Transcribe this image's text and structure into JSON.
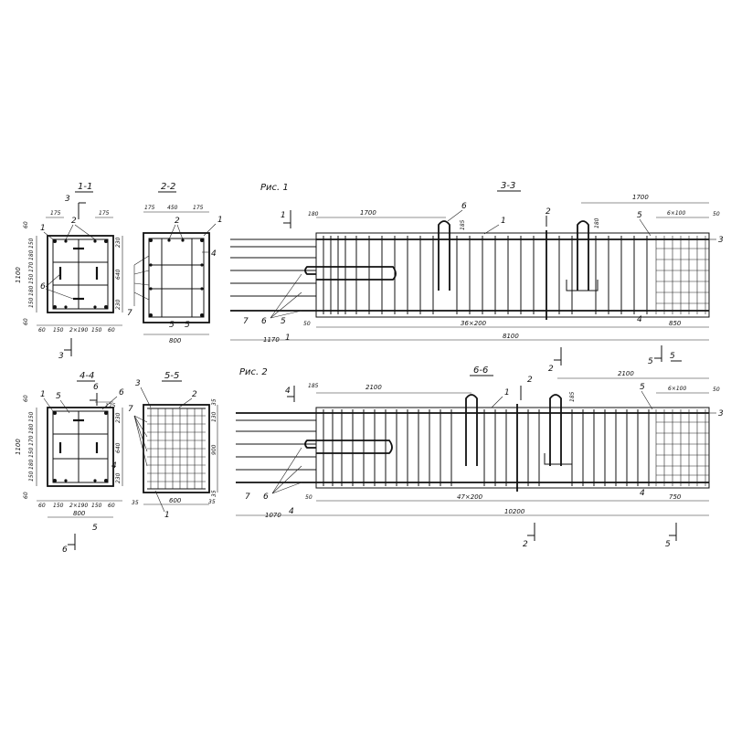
{
  "figures": {
    "fig1": "Рис. 1",
    "fig2": "Рис. 2"
  },
  "sections": {
    "s11": "1-1",
    "s22": "2-2",
    "s33": "3-3",
    "s44": "4-4",
    "s55": "5-5",
    "s66": "6-6"
  },
  "marks": {
    "m1": "1",
    "m2": "2",
    "m3": "3",
    "m4": "4",
    "m5": "5",
    "m6": "6",
    "m7": "7"
  },
  "dims_11": {
    "d175a": "175",
    "d175b": "175",
    "d60t": "60",
    "d1100": "1100",
    "d150a": "150",
    "d180a": "180",
    "d170": "170",
    "d150b": "150",
    "d180b": "180",
    "d150c": "150",
    "d60b": "60",
    "d60l": "60",
    "d150l": "150",
    "d2x190": "2×190",
    "d150r": "150",
    "d60r": "60",
    "d230a": "230",
    "d640": "640",
    "d230b": "230"
  },
  "dims_22": {
    "d175a": "175",
    "d450": "450",
    "d175b": "175",
    "d800": "800"
  },
  "dims_33": {
    "d180": "180",
    "d1700a": "1700",
    "d185": "185",
    "d1700b": "1700",
    "d6x100": "6×100",
    "d50r": "50",
    "d50l": "50",
    "d36x200": "36×200",
    "d850": "850",
    "d1170": "1170",
    "d8100": "8100",
    "d180v": "180"
  },
  "dims_44": {
    "d175": "175",
    "d60t": "60",
    "d1100": "1100",
    "d230a": "230",
    "d640": "640",
    "d230b": "230",
    "d60b": "60",
    "d60l": "60",
    "d150l": "150",
    "d2x190": "2×190",
    "d150r": "150",
    "d60r": "60",
    "d800": "800"
  },
  "dims_55": {
    "d35a": "35",
    "d130": "130",
    "d900": "900",
    "d35b": "35",
    "d600": "600",
    "d35l": "35",
    "d35r": "35"
  },
  "dims_66": {
    "d185": "185",
    "d2100a": "2100",
    "d2100b": "2100",
    "d6x100": "6×100",
    "d50r": "50",
    "d185v": "185",
    "d50l": "50",
    "d47x200": "47×200",
    "d750": "750",
    "d1070": "1070",
    "d10200": "10200"
  }
}
